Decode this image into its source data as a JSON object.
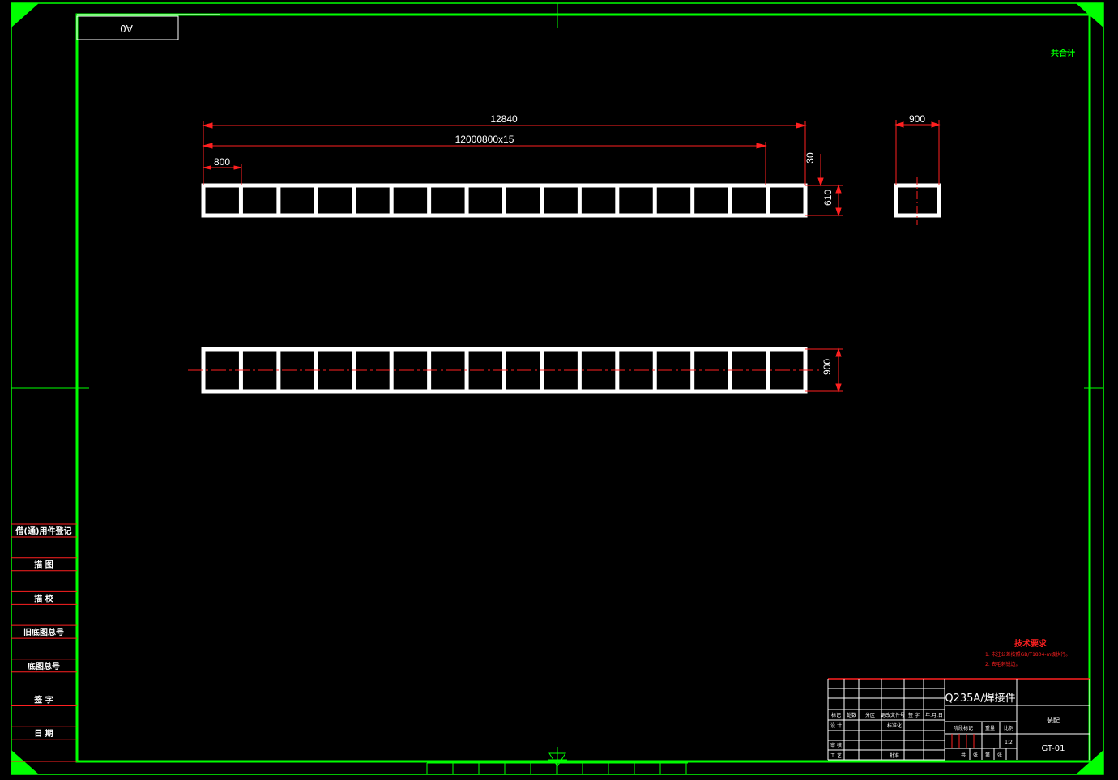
{
  "sheet": {
    "size_tag": "A0",
    "corner_mark": "共合计"
  },
  "dimensions": {
    "overall_length": "12840",
    "inner_length": "12000800x15",
    "cell_width": "800",
    "top_offset": "30",
    "elevation_height": "610",
    "plan_width": "900",
    "section_width": "900"
  },
  "side_panel": {
    "rows": [
      "借(通)用件登记",
      "描  图",
      "描  校",
      "旧底图总号",
      "底图总号",
      "签  字",
      "日  期"
    ]
  },
  "notes": {
    "title": "技术要求",
    "items": [
      "1. 未注公差按照GB/T1804-m级执行。",
      "2. 去毛刺锐边。"
    ]
  },
  "title_block": {
    "material": "Q235A/焊接件",
    "drawing_no": "GT-01",
    "scale": "1:2",
    "unit_name": "装配",
    "rev_headers": [
      "标记",
      "处数",
      "分区",
      "更改文件号",
      "签 字",
      "年.月.日"
    ],
    "design_label": "设 计",
    "standard_label": "标准化",
    "review_label": "审 核",
    "process_label": "工 艺",
    "approve_label": "批准",
    "stage_label": "阶段标记",
    "weight_label": "重量",
    "scale_label": "比例",
    "sheet_labels": [
      "共",
      "张",
      "第",
      "张"
    ]
  }
}
